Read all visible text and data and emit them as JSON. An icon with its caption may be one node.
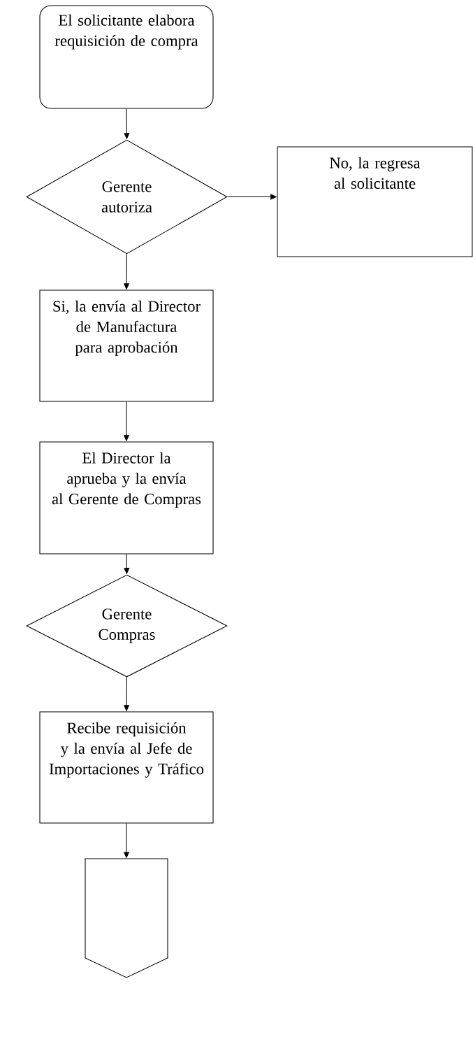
{
  "diagram": {
    "nodes": [
      {
        "text": [
          "El solicitante elabora requisición de compra"
        ]
      },
      {
        "text": [
          "Gerente autoriza"
        ]
      },
      {
        "text": [
          "No, la regresa al solicitante"
        ]
      },
      {
        "text": [
          "Si, la envía al Director de Manufactura para aprobación"
        ]
      },
      {
        "text": [
          "El Director la aprueba y la envía al Gerente de Compras"
        ]
      },
      {
        "text": [
          "Gerente Compras"
        ]
      },
      {
        "text": [
          "Recibe requisición y la envía al Jefe de Importaciones y Tráfico"
        ]
      },
      {
        "text": [],
        "shape": "pentagon"
      }
    ],
    "edges": [
      {
        "from": 0,
        "to": 1,
        "arrow": "to"
      },
      {
        "from": 1,
        "to": 2,
        "arrow": "to"
      },
      {
        "from": 1,
        "to": 3,
        "arrow": "to"
      },
      {
        "from": 3,
        "to": 4,
        "arrow": "to"
      },
      {
        "from": 4,
        "to": 5,
        "arrow": "to"
      },
      {
        "from": 5,
        "to": 6,
        "arrow": "to"
      },
      {
        "from": 6,
        "to": 7,
        "arrow": "to"
      }
    ]
  }
}
